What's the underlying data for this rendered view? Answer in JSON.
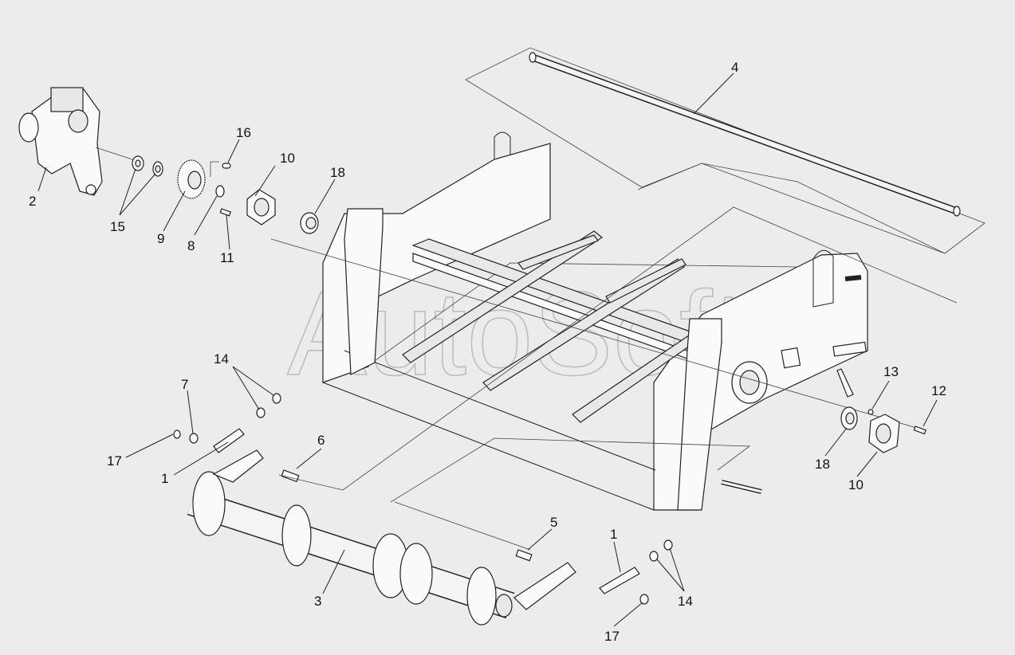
{
  "watermark": "AutoSoft",
  "callouts": [
    {
      "id": "c2",
      "text": "2"
    },
    {
      "id": "c15",
      "text": "15"
    },
    {
      "id": "c9",
      "text": "9"
    },
    {
      "id": "c8",
      "text": "8"
    },
    {
      "id": "c16",
      "text": "16"
    },
    {
      "id": "c11",
      "text": "11"
    },
    {
      "id": "c10a",
      "text": "10"
    },
    {
      "id": "c18a",
      "text": "18"
    },
    {
      "id": "c4",
      "text": "4"
    },
    {
      "id": "c14a",
      "text": "14"
    },
    {
      "id": "c7",
      "text": "7"
    },
    {
      "id": "c17a",
      "text": "17"
    },
    {
      "id": "c1a",
      "text": "1"
    },
    {
      "id": "c6",
      "text": "6"
    },
    {
      "id": "c3",
      "text": "3"
    },
    {
      "id": "c5",
      "text": "5"
    },
    {
      "id": "c1b",
      "text": "1"
    },
    {
      "id": "c14b",
      "text": "14"
    },
    {
      "id": "c17b",
      "text": "17"
    },
    {
      "id": "c13",
      "text": "13"
    },
    {
      "id": "c12",
      "text": "12"
    },
    {
      "id": "c18b",
      "text": "18"
    },
    {
      "id": "c10b",
      "text": "10"
    }
  ]
}
